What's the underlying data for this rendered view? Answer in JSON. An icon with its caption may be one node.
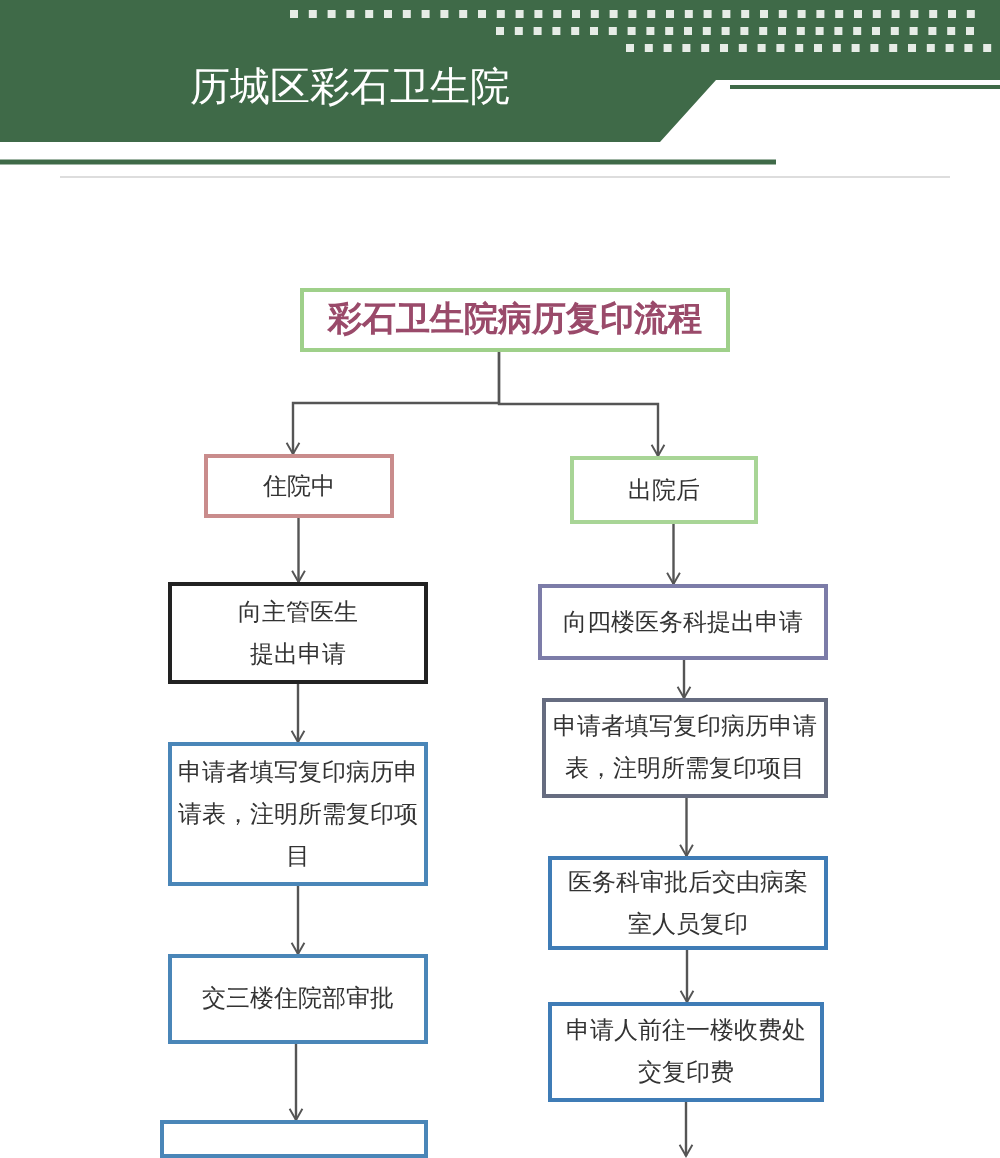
{
  "diagram": {
    "nodes": [
      {
        "text": [
          "彩石卫生院病历复印流程"
        ]
      },
      {
        "text": [
          "住院中"
        ]
      },
      {
        "text": [
          "出院后"
        ]
      },
      {
        "text": [
          "向主管医生提出申请"
        ]
      },
      {
        "text": [
          "向四楼医务科提出申请"
        ]
      },
      {
        "text": [
          "申请者填写复印病历申请表，注明所需复印项目"
        ]
      },
      {
        "text": [
          "申请者填写复印病历申请表，注明所需复印项目"
        ]
      },
      {
        "text": [
          "医务科审批后交由病案室人员复印"
        ]
      },
      {
        "text": [
          "交三楼住院部审批"
        ]
      },
      {
        "text": [
          "申请人前往一楼收费处交复印费"
        ]
      },
      {
        "text": [],
        "shape": "box"
      }
    ],
    "edges": [
      {
        "from": 0,
        "to": 1,
        "arrow": "to"
      },
      {
        "from": 0,
        "to": 2,
        "arrow": "to"
      },
      {
        "from": 1,
        "to": 3,
        "arrow": "to"
      },
      {
        "from": 2,
        "to": 4,
        "arrow": "to"
      },
      {
        "from": 3,
        "to": 5,
        "arrow": "to"
      },
      {
        "from": 4,
        "to": 6,
        "arrow": "to"
      },
      {
        "from": 6,
        "to": 7,
        "arrow": "to"
      },
      {
        "from": 5,
        "to": 8,
        "arrow": "to"
      },
      {
        "from": 7,
        "to": 9,
        "arrow": "to"
      },
      {
        "from": 8,
        "to": 10,
        "arrow": "to"
      },
      {
        "from": 9,
        "to": null,
        "arrow": "to"
      }
    ],
    "labels": [
      "历城区彩石卫生院"
    ]
  }
}
